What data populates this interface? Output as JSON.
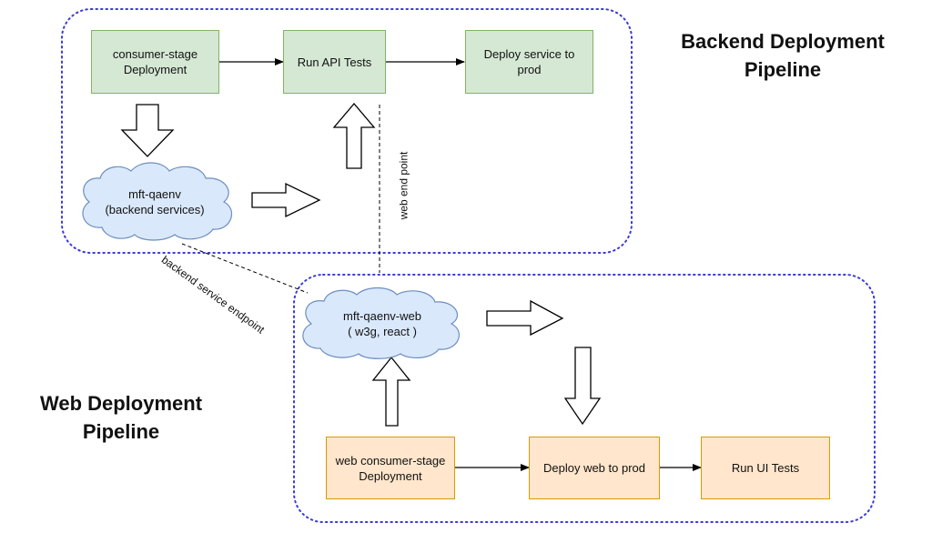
{
  "backend": {
    "title": "Backend Deployment\nPipeline",
    "nodes": {
      "consumer_stage": "consumer-stage\nDeployment",
      "run_api_tests": "Run API Tests",
      "deploy_service": "Deploy service to\nprod",
      "qaenv": "mft-qaenv\n(backend services)"
    }
  },
  "web": {
    "title": "Web Deployment\nPipeline",
    "nodes": {
      "qaenv_web": "mft-qaenv-web\n( w3g, react )",
      "web_consumer_stage": "web consumer-stage\nDeployment",
      "deploy_web": "Deploy web to prod",
      "run_ui_tests": "Run UI Tests"
    }
  },
  "edges": {
    "web_end_point": "web end point",
    "backend_service_endpoint": "backend service endpoint"
  },
  "colors": {
    "green_fill": "#d5e8d4",
    "green_stroke": "#82b366",
    "orange_fill": "#ffe6cc",
    "orange_stroke": "#d79b00",
    "cloud_fill": "#dae8fc",
    "cloud_stroke": "#6c8ebf",
    "group_border": "#3b3bd6"
  }
}
